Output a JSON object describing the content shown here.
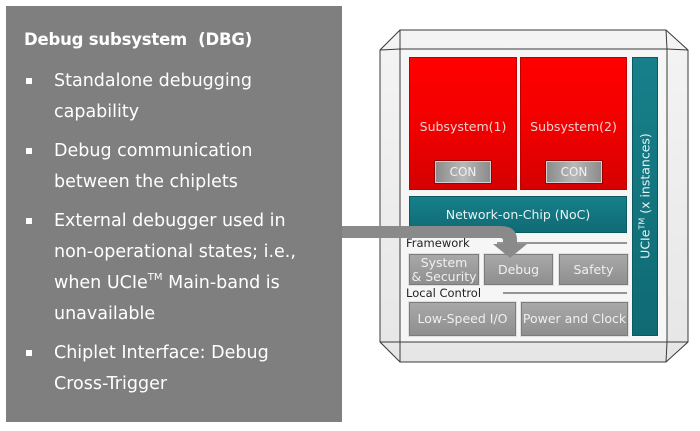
{
  "panel": {
    "title": "Debug subsystem  (DBG)",
    "bullets": [
      {
        "lines": [
          "Standalone debugging",
          "capability"
        ]
      },
      {
        "lines": [
          "Debug communication",
          "between the chiplets"
        ]
      },
      {
        "lines": [
          "External debugger used in",
          "non-operational states; i.e.,",
          "when UCIe",
          "TM",
          " Main-band is",
          "unavailable"
        ]
      },
      {
        "lines": [
          "Chiplet Interface: Debug",
          "Cross-Trigger"
        ]
      }
    ]
  },
  "chip": {
    "subsystems": [
      {
        "label": "Subsystem(1)",
        "con_label": "CON"
      },
      {
        "label": "Subsystem(2)",
        "con_label": "CON"
      }
    ],
    "noc_label": "Network-on-Chip (NoC)",
    "ucie": {
      "name": "UCIe",
      "tm": "TM",
      "suffix": " (x instances)"
    },
    "framework": {
      "label": "Framework",
      "blocks": [
        {
          "line1": "System",
          "line2": "& Security"
        },
        {
          "label": "Debug"
        },
        {
          "label": "Safety"
        }
      ]
    },
    "local_control": {
      "label": "Local Control",
      "blocks": [
        {
          "label": "Low-Speed I/O"
        },
        {
          "label": "Power and Clock"
        }
      ]
    }
  },
  "colors": {
    "panel": "#7f7f7f",
    "subsystem_red": "#ff0000",
    "teal": "#0f6a74",
    "block_gray": "#9c9c9c",
    "arrow": "#8a8a8a"
  }
}
